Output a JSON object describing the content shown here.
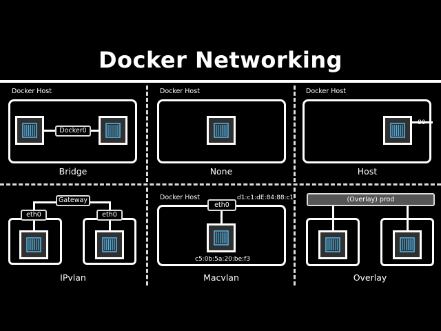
{
  "title": "Docker Networking",
  "panels": {
    "bridge": {
      "host_label": "Docker Host",
      "bridge_label": "Docker0",
      "caption": "Bridge"
    },
    "none": {
      "host_label": "Docker Host",
      "caption": "None"
    },
    "host": {
      "host_label": "Docker Host",
      "port": "80",
      "caption": "Host"
    },
    "ipvlan": {
      "gateway": "Gateway",
      "eth_left": "eth0",
      "eth_right": "eth0",
      "caption": "IPvlan"
    },
    "macvlan": {
      "host_label": "Docker Host",
      "eth": "eth0",
      "host_mac": "d1:c1:dE:84:88:c1",
      "container_mac": "c5:0b:5a:20:be:f3",
      "caption": "Macvlan"
    },
    "overlay": {
      "network": "(Overlay) prod",
      "caption": "Overlay"
    }
  },
  "colors": {
    "background": "#000000",
    "container_stripe": "#4fb3e8",
    "container_fill": "#303030"
  }
}
